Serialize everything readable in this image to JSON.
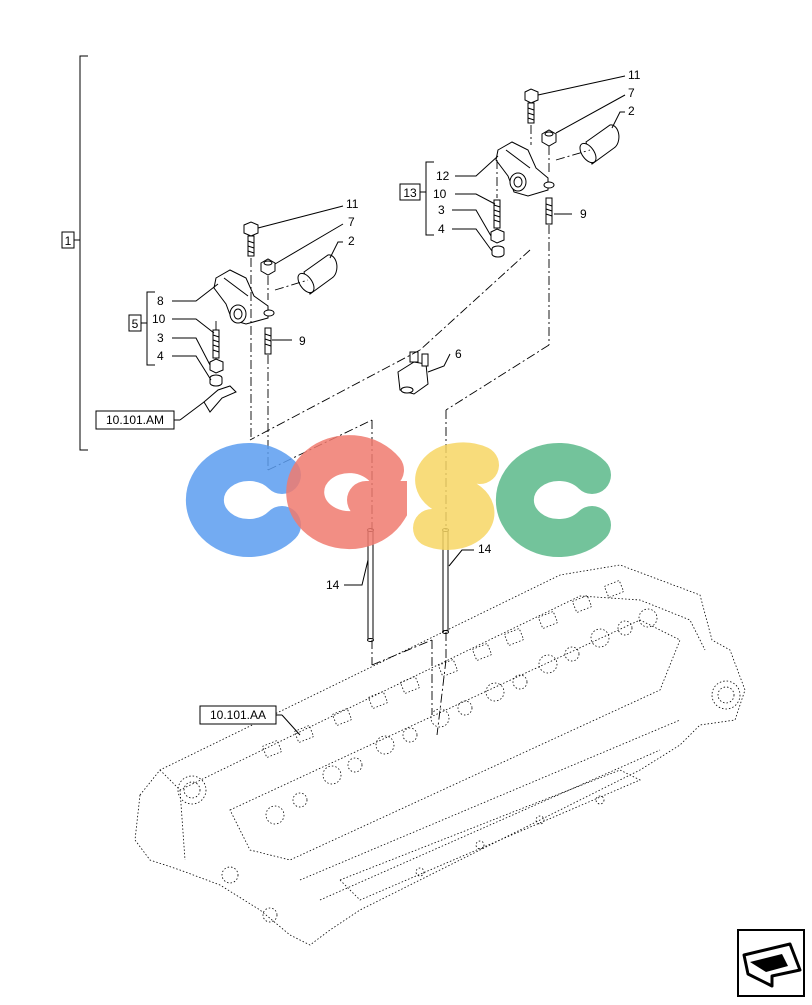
{
  "callouts": {
    "top_11": "11",
    "top_7": "7",
    "top_2": "2",
    "top_12": "12",
    "top_10": "10",
    "top_3": "3",
    "top_4": "4",
    "top_9": "9",
    "mid_11": "11",
    "mid_7": "7",
    "mid_2": "2",
    "mid_8": "8",
    "mid_10": "10",
    "mid_3": "3",
    "mid_4": "4",
    "mid_9": "9",
    "part_6": "6",
    "rod_left_14": "14",
    "rod_right_14": "14"
  },
  "boxed_labels": {
    "group_1": "1",
    "group_5": "5",
    "group_13": "13"
  },
  "references": {
    "ref_am": "10.101.AM",
    "ref_aa": "10.101.AA"
  },
  "watermark": {
    "letters": [
      "C",
      "G",
      "S",
      "C"
    ],
    "colors": [
      "#5b9cf0",
      "#f07a6e",
      "#f7d664",
      "#5bb88a"
    ]
  },
  "nav_icon": "back-arrow-icon"
}
